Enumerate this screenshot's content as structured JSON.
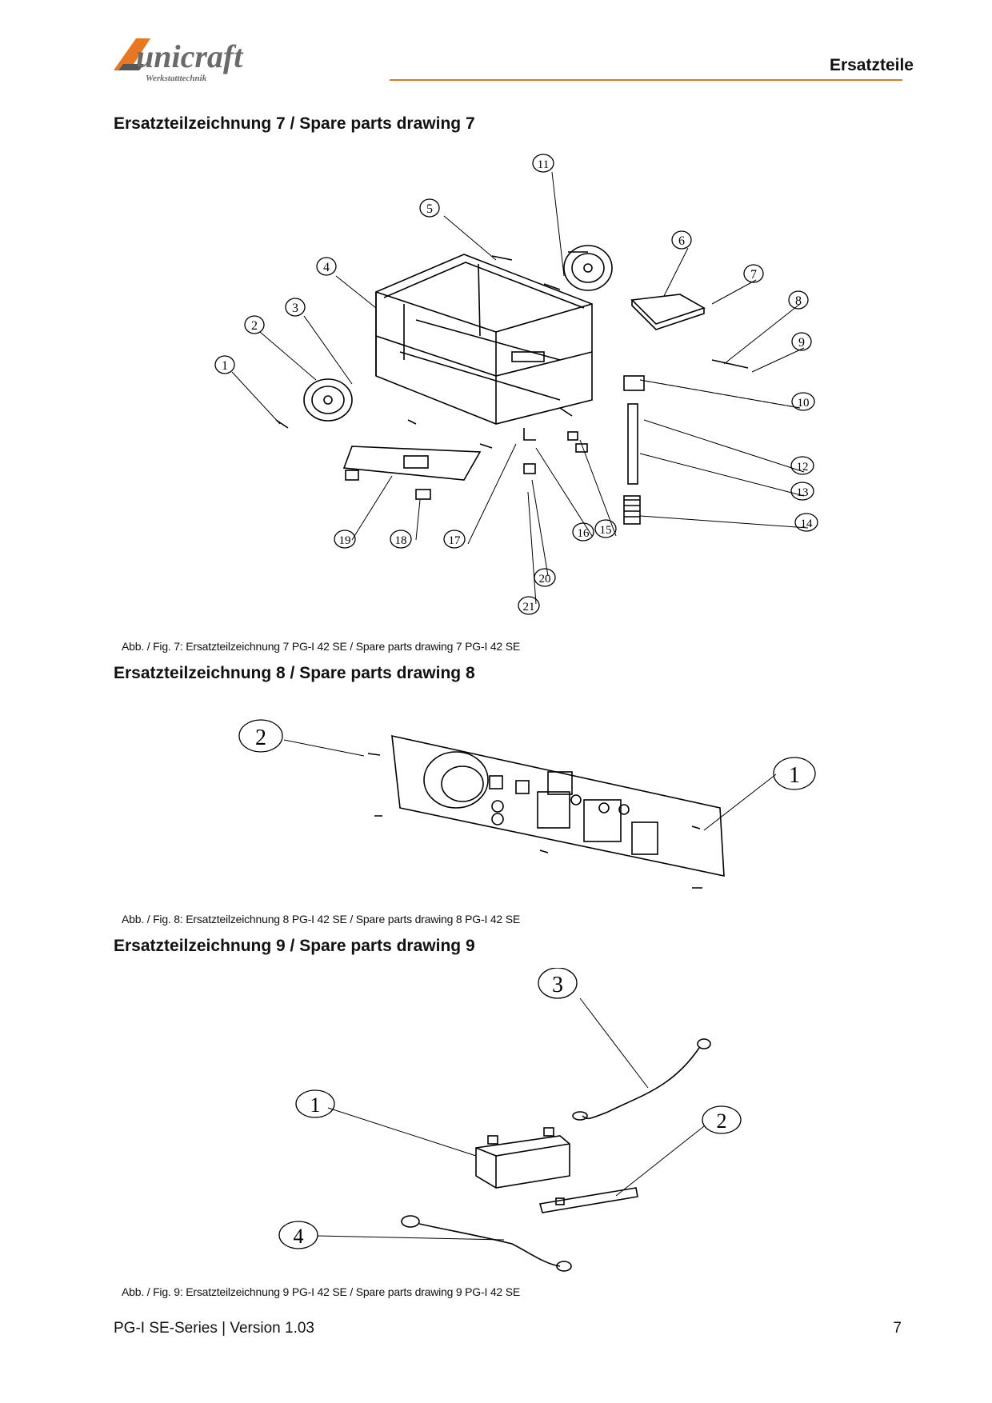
{
  "header": {
    "brand": "unicraft",
    "brand_tagline": "Werkstatttechnik",
    "section": "Ersatzteile",
    "accent_color": "#e87722"
  },
  "drawings": [
    {
      "title": "Ersatzteilzeichnung 7 / Spare parts drawing 7",
      "caption": "Abb. / Fig. 7: Ersatzteilzeichnung 7   PG-I 42 SE / Spare parts drawing 7  PG-I 42 SE",
      "labels": [
        "1",
        "2",
        "3",
        "4",
        "5",
        "6",
        "7",
        "8",
        "9",
        "10",
        "11",
        "12",
        "13",
        "14",
        "15",
        "16",
        "17",
        "18",
        "19",
        "20",
        "21"
      ]
    },
    {
      "title": "Ersatzteilzeichnung 8 / Spare parts drawing 8",
      "caption": "Abb. / Fig. 8: Ersatzteilzeichnung 8 PG-I 42 SE / Spare parts drawing 8  PG-I 42 SE",
      "labels": [
        "1",
        "2"
      ]
    },
    {
      "title": "Ersatzteilzeichnung 9 / Spare parts drawing 9",
      "caption": "Abb. / Fig. 9: Ersatzteilzeichnung 9 PG-I 42 SE / Spare parts drawing 9  PG-I 42 SE",
      "labels": [
        "1",
        "2",
        "3",
        "4"
      ]
    }
  ],
  "footer": {
    "series": "PG-I SE-Series | Version 1.03",
    "page_number": "7"
  }
}
